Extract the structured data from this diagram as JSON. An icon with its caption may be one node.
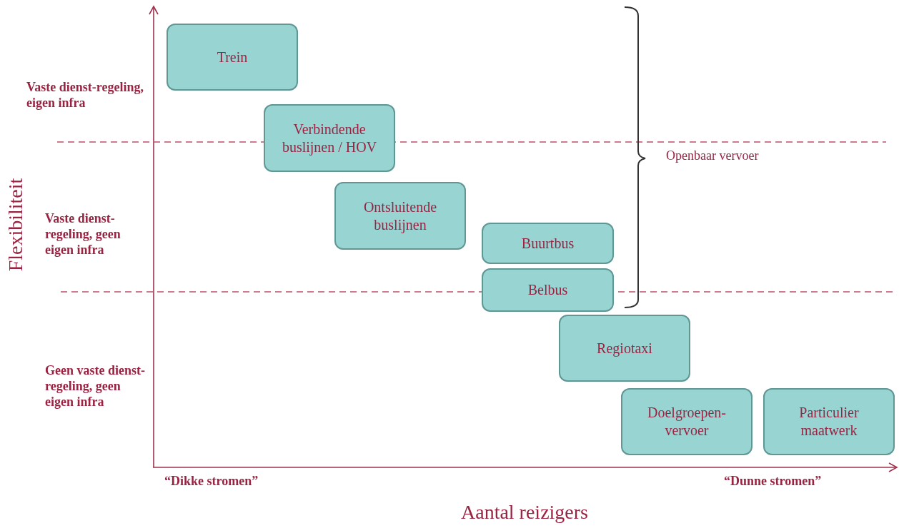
{
  "diagram": {
    "nodes": [
      {
        "text": [
          "Trein"
        ]
      },
      {
        "text": [
          "Verbindende buslijnen / HOV"
        ]
      },
      {
        "text": [
          "Ontsluitende buslijnen"
        ]
      },
      {
        "text": [
          "Buurtbus"
        ]
      },
      {
        "text": [
          "Belbus"
        ]
      },
      {
        "text": [
          "Regiotaxi"
        ]
      },
      {
        "text": [
          "Doelgroepen-vervoer"
        ]
      },
      {
        "text": [
          "Particulier maatwerk"
        ]
      }
    ],
    "labels": [
      "Flexibiliteit",
      "Vaste dienst-regeling, eigen infra",
      "Vaste dienst-regeling, geen eigen infra",
      "Geen vaste dienst-regeling, geen eigen infra",
      "Openbaar vervoer",
      "“Dikke stromen”",
      "“Dunne stromen”",
      "Aantal reizigers"
    ]
  }
}
